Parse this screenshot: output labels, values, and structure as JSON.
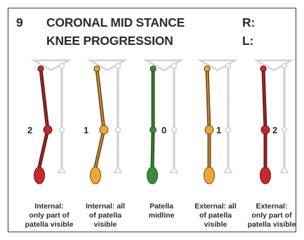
{
  "header": {
    "number": "9",
    "title_line1": "CORONAL MID STANCE",
    "title_line2": "KNEE PROGRESSION",
    "right_label": "R:",
    "left_label": "L:"
  },
  "figures": [
    {
      "grade": "2",
      "color": "#c8282a",
      "line_color": "#5a1e1a",
      "direction": "internal",
      "caption": [
        "Internal:",
        "only part of",
        "patella visible"
      ]
    },
    {
      "grade": "1",
      "color": "#f0a832",
      "line_color": "#6b4a1a",
      "direction": "internal",
      "caption": [
        "Internal: all",
        "of patella",
        "visible"
      ]
    },
    {
      "grade": "0",
      "color": "#3b8a3a",
      "line_color": "#2a5a20",
      "direction": "midline",
      "caption": [
        "Patella",
        "midline"
      ]
    },
    {
      "grade": "1",
      "color": "#f0a832",
      "line_color": "#6b4a1a",
      "direction": "external",
      "caption": [
        "External: all",
        "of patella",
        "visible"
      ]
    },
    {
      "grade": "2",
      "color": "#c8282a",
      "line_color": "#5a1e1a",
      "direction": "external",
      "caption": [
        "External:",
        "only part of",
        "patella visible"
      ]
    }
  ]
}
